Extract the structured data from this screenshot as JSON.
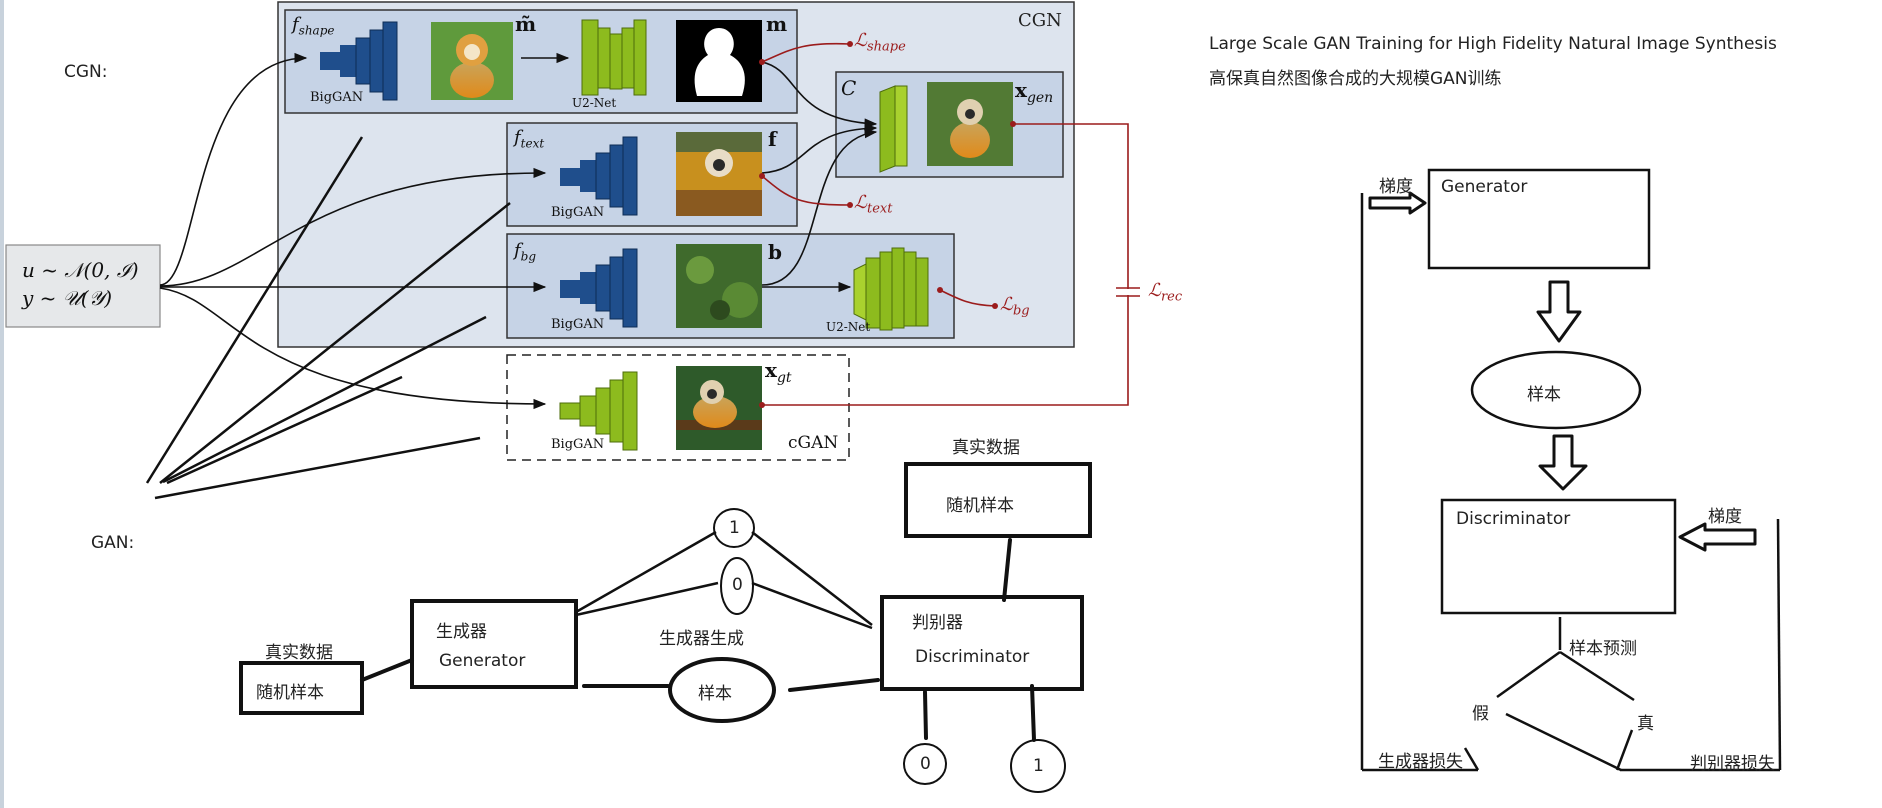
{
  "left_labels": {
    "cgn": "CGN:",
    "gan": "GAN:"
  },
  "cgn_diagram": {
    "outer_title": "CGN",
    "input_box": {
      "line1": "u ~ 𝒩(0, ℐ)",
      "line2": "y ~ 𝒰(𝒴)"
    },
    "shape_block": {
      "fn": "f",
      "fn_sub": "shape",
      "gen": "BigGAN",
      "seg": "U2-Net",
      "mask_tilde": "m̃",
      "mask": "m"
    },
    "text_block": {
      "fn": "f",
      "fn_sub": "text",
      "gen": "BigGAN",
      "out": "f"
    },
    "bg_block": {
      "fn": "f",
      "fn_sub": "bg",
      "gen": "BigGAN",
      "out": "b",
      "seg": "U2-Net"
    },
    "composer": {
      "label": "C",
      "out": "x",
      "out_sub": "gen"
    },
    "cgan_block": {
      "gen": "BigGAN",
      "out": "x",
      "out_sub": "gt",
      "label": "cGAN"
    },
    "losses": {
      "shape": {
        "sym": "ℒ",
        "sub": "shape"
      },
      "text": {
        "sym": "ℒ",
        "sub": "text"
      },
      "bg": {
        "sym": "ℒ",
        "sub": "bg"
      },
      "rec": {
        "sym": "ℒ",
        "sub": "rec"
      }
    }
  },
  "title": {
    "en": "Large Scale GAN Training for High Fidelity Natural Image Synthesis",
    "zh": "高保真自然图像合成的大规模GAN训练"
  },
  "gan_flow": {
    "real_data_top": "真实数据",
    "random_sample_top": "随机样本",
    "real_data_left": "真实数据",
    "random_sample_left": "随机样本",
    "generator_zh": "生成器",
    "generator_en": "Generator",
    "generated_label": "生成器生成",
    "sample": "样本",
    "discriminator_zh": "判别器",
    "discriminator_en": "Discriminator",
    "circle_top_1": "1",
    "circle_top_0": "0",
    "circle_bottom_0": "0",
    "circle_bottom_1": "1"
  },
  "training_loop": {
    "gradient_top": "梯度",
    "generator": "Generator",
    "sample": "样本",
    "discriminator": "Discriminator",
    "gradient_right": "梯度",
    "prediction": "样本预测",
    "fake": "假",
    "real": "真",
    "gen_loss": "生成器损失",
    "disc_loss": "判别器损失"
  },
  "colors": {
    "panel_bg": "#dde4ee",
    "sub_panel_bg": "#c6d3e6",
    "input_bg": "#e6e8ea",
    "biggan_blue": "#1f4e8c",
    "unet_green": "#8dbb1e",
    "loss_red": "#9b1c1c"
  }
}
